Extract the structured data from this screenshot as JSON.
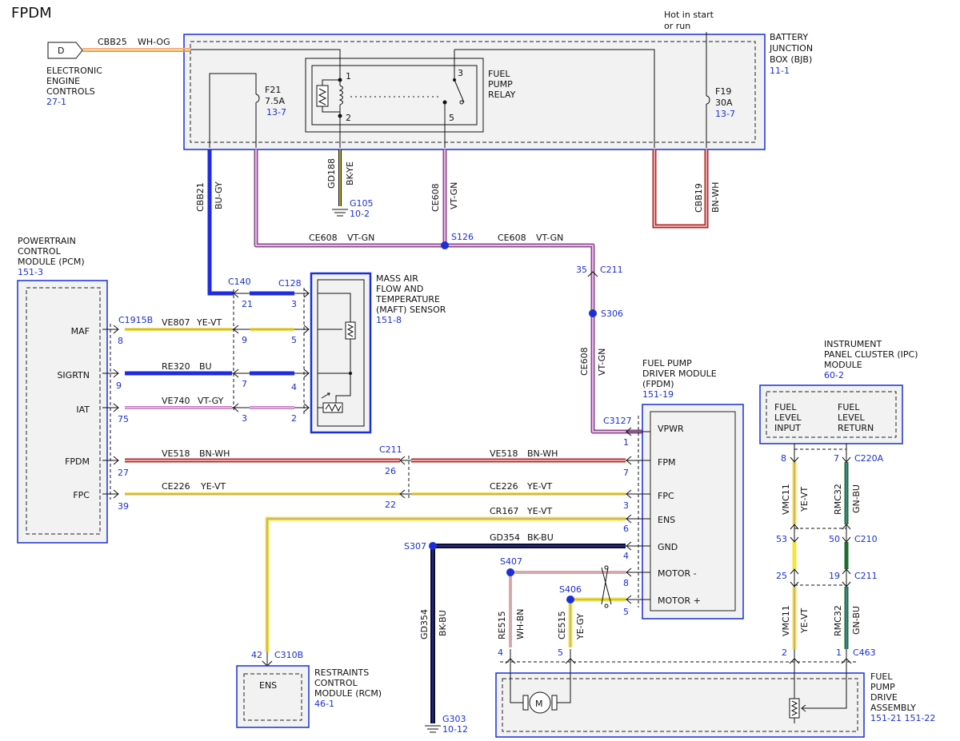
{
  "title": "FPDM",
  "hot_note": [
    "Hot in start",
    "or run"
  ],
  "modules": {
    "bjb": {
      "lines": [
        "BATTERY",
        "JUNCTION",
        "BOX (BJB)"
      ],
      "ref": "11-1"
    },
    "eec": {
      "connector": "D",
      "lines": [
        "ELECTRONIC",
        "ENGINE",
        "CONTROLS"
      ],
      "ref": "27-1"
    },
    "pcm": {
      "lines": [
        "POWERTRAIN",
        "CONTROL",
        "MODULE (PCM)"
      ],
      "ref": "151-3",
      "pins": [
        "MAF",
        "SIGRTN",
        "IAT",
        "FPDM",
        "FPC"
      ]
    },
    "maft": {
      "lines": [
        "MASS AIR",
        "FLOW AND",
        "TEMPERATURE",
        "(MAFT) SENSOR"
      ],
      "ref": "151-8"
    },
    "fpdm": {
      "lines": [
        "FUEL PUMP",
        "DRIVER MODULE",
        "(FPDM)"
      ],
      "ref": "151-19",
      "pins": [
        "VPWR",
        "FPM",
        "FPC",
        "ENS",
        "GND",
        "MOTOR -",
        "MOTOR +"
      ]
    },
    "ipc": {
      "lines": [
        "INSTRUMENT",
        "PANEL CLUSTER (IPC)",
        "MODULE"
      ],
      "ref": "60-2",
      "in1": [
        "FUEL",
        "LEVEL",
        "INPUT"
      ],
      "in2": [
        "FUEL",
        "LEVEL",
        "RETURN"
      ]
    },
    "rcm": {
      "lines": [
        "RESTRAINTS",
        "CONTROL",
        "MODULE (RCM)"
      ],
      "ref": "46-1",
      "pin": "ENS"
    },
    "pump": {
      "lines": [
        "FUEL",
        "PUMP",
        "DRIVE",
        "ASSEMBLY"
      ],
      "ref": "151-21  151-22",
      "motor": "M"
    },
    "relay": {
      "lines": [
        "FUEL",
        "PUMP",
        "RELAY"
      ],
      "pins": [
        "1",
        "2",
        "3",
        "5"
      ]
    }
  },
  "fuses": {
    "f21": {
      "name": "F21",
      "amp": "7.5A",
      "ref": "13-7"
    },
    "f19": {
      "name": "F19",
      "amp": "30A",
      "ref": "13-7"
    }
  },
  "grounds": {
    "g105": {
      "name": "G105",
      "ref": "10-2"
    },
    "g303": {
      "name": "G303",
      "ref": "10-12"
    }
  },
  "splices": [
    "S126",
    "S306",
    "S307",
    "S407",
    "S406"
  ],
  "connectors": {
    "c140": "C140",
    "c128": "C128",
    "c1915b": "C1915B",
    "c211a": "C211",
    "c211b": "C211",
    "c3127": "C3127",
    "c220a": "C220A",
    "c210": "C210",
    "c211c": "C211",
    "c463": "C463",
    "c310b": "C310B"
  },
  "pin_numbers": {
    "c140": [
      "21",
      "9",
      "7",
      "3"
    ],
    "c128": [
      "3",
      "5",
      "4",
      "2"
    ],
    "c1915b": [
      "8",
      "9",
      "75",
      "27",
      "39"
    ],
    "c211": [
      "26",
      "22"
    ],
    "c211_top": "35",
    "fpdm": [
      "1",
      "7",
      "3",
      "6",
      "4",
      "8",
      "5"
    ],
    "ipc": [
      "8",
      "7"
    ],
    "c210": [
      "53",
      "50"
    ],
    "c211_ipc": [
      "25",
      "19"
    ],
    "c463": [
      "4",
      "5",
      "2",
      "1"
    ],
    "c310b": "42"
  },
  "wires": {
    "cbb25": {
      "circuit": "CBB25",
      "color": "WH-OG"
    },
    "cbb21": {
      "circuit": "CBB21",
      "color": "BU-GY"
    },
    "gd188": {
      "circuit": "GD188",
      "color": "BK-YE"
    },
    "ce608v": {
      "circuit": "CE608",
      "color": "VT-GN"
    },
    "ce608l": {
      "circuit": "CE608",
      "color": "VT-GN"
    },
    "ce608r": {
      "circuit": "CE608",
      "color": "VT-GN"
    },
    "ce608d": {
      "circuit": "CE608",
      "color": "VT-GN"
    },
    "cbb19": {
      "circuit": "CBB19",
      "color": "BN-WH"
    },
    "ve807": {
      "circuit": "VE807",
      "color": "YE-VT"
    },
    "re320": {
      "circuit": "RE320",
      "color": "BU"
    },
    "ve740": {
      "circuit": "VE740",
      "color": "VT-GY"
    },
    "ve518a": {
      "circuit": "VE518",
      "color": "BN-WH"
    },
    "ve518b": {
      "circuit": "VE518",
      "color": "BN-WH"
    },
    "ce226a": {
      "circuit": "CE226",
      "color": "YE-VT"
    },
    "ce226b": {
      "circuit": "CE226",
      "color": "YE-VT"
    },
    "cr167": {
      "circuit": "CR167",
      "color": "YE-VT"
    },
    "gd354h": {
      "circuit": "GD354",
      "color": "BK-BU"
    },
    "gd354v": {
      "circuit": "GD354",
      "color": "BK-BU"
    },
    "re515": {
      "circuit": "RE515",
      "color": "WH-BN"
    },
    "ce515": {
      "circuit": "CE515",
      "color": "YE-GY"
    },
    "vmc11a": {
      "circuit": "VMC11",
      "color": "YE-VT"
    },
    "rmc32a": {
      "circuit": "RMC32",
      "color": "GN-BU"
    },
    "vmc11b": {
      "circuit": "VMC11",
      "color": "YE-VT"
    },
    "rmc32b": {
      "circuit": "RMC32",
      "color": "GN-BU"
    }
  },
  "colors": {
    "link": "#1a2fd6",
    "BU": "#1f2be0",
    "YE": "#f2e63a",
    "VT": "#c878c8",
    "BN": "#b52525",
    "BK": "#0c0c3a",
    "GN": "#1e6b2e",
    "OG": "#f09a3a"
  }
}
